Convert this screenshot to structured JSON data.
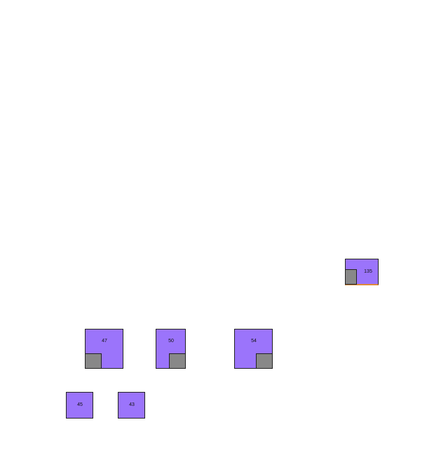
{
  "blocks": [
    {
      "id": "b135",
      "label": "135",
      "has_notch": true,
      "notch": "bottom-left"
    },
    {
      "id": "b47",
      "label": "47",
      "has_notch": true,
      "notch": "bottom-left"
    },
    {
      "id": "b50",
      "label": "50",
      "has_notch": true,
      "notch": "bottom-right"
    },
    {
      "id": "b54",
      "label": "54",
      "has_notch": true,
      "notch": "bottom-right"
    },
    {
      "id": "b45",
      "label": "45",
      "has_notch": false
    },
    {
      "id": "b43",
      "label": "43",
      "has_notch": false
    }
  ],
  "colors": {
    "block_fill": "#9b74fb",
    "notch_fill": "#888888",
    "outline": "#222222",
    "accent_edge": "#e08a3a"
  }
}
